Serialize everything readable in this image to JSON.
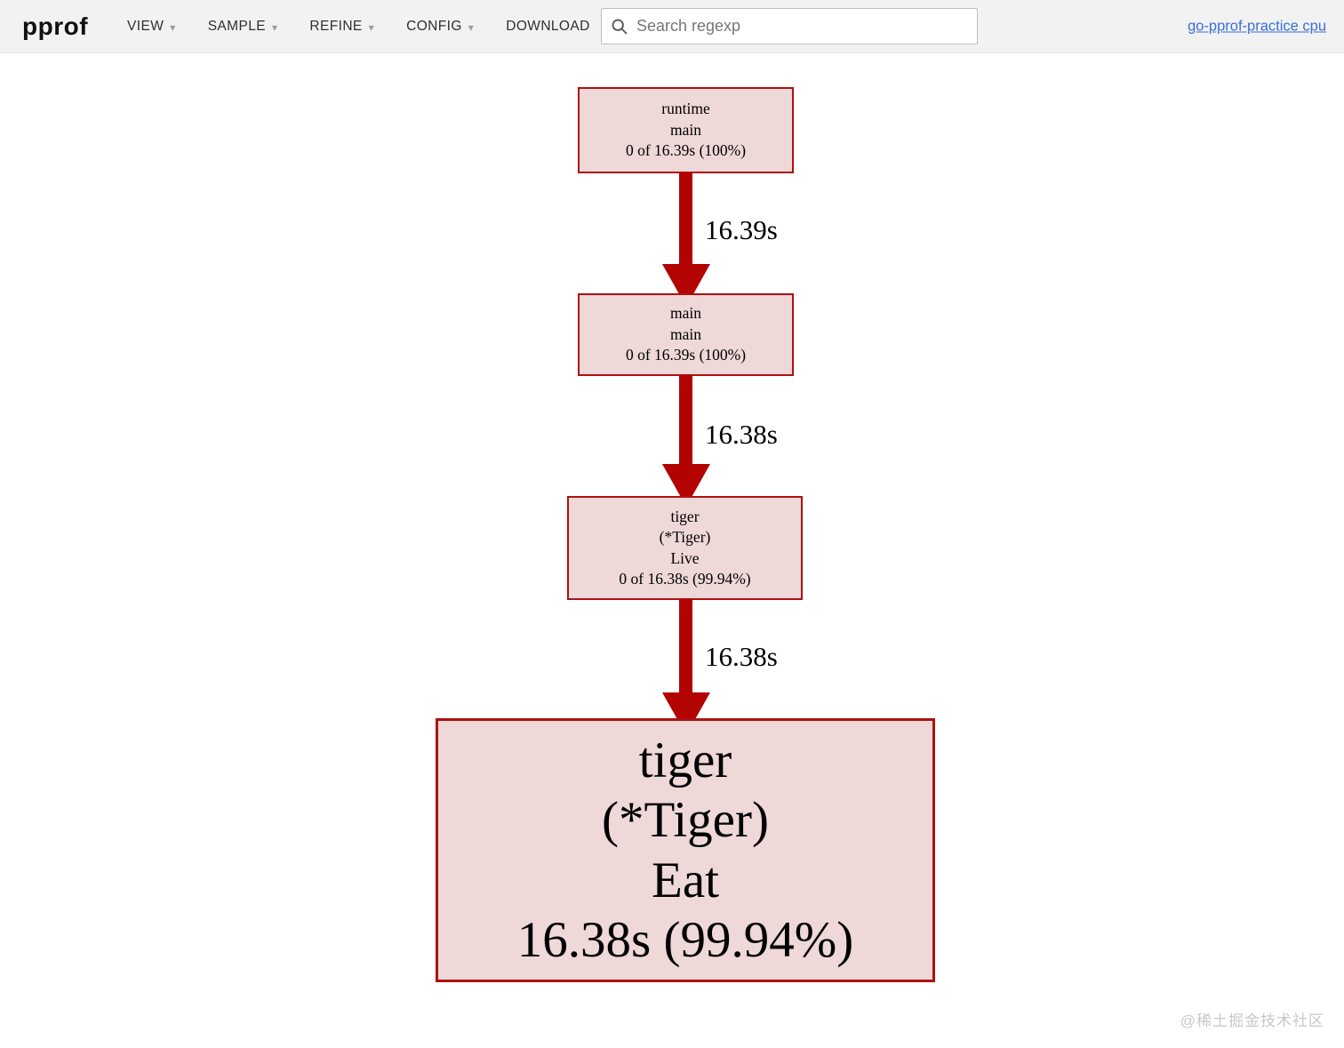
{
  "toolbar": {
    "logo": "pprof",
    "menus": [
      {
        "label": "VIEW",
        "has_dropdown": true
      },
      {
        "label": "SAMPLE",
        "has_dropdown": true
      },
      {
        "label": "REFINE",
        "has_dropdown": true
      },
      {
        "label": "CONFIG",
        "has_dropdown": true
      },
      {
        "label": "DOWNLOAD",
        "has_dropdown": false
      }
    ],
    "search": {
      "placeholder": "Search regexp"
    },
    "profile_link": {
      "label": "go-pprof-practice cpu"
    }
  },
  "icons": {
    "chevron_down": "▾"
  },
  "colors": {
    "header_bg": "#f2f2f2",
    "node_fill": "#eed8d8",
    "node_border": "#ad1111",
    "arrow": "#b20202",
    "link": "#3b6fd8",
    "watermark": "#c8c8c8"
  },
  "graph": {
    "nodes": [
      {
        "lines": [
          "runtime",
          "main",
          "0 of 16.39s (100%)"
        ]
      },
      {
        "lines": [
          "main",
          "main",
          "0 of 16.39s (100%)"
        ]
      },
      {
        "lines": [
          "tiger",
          "(*Tiger)",
          "Live",
          "0 of 16.38s (99.94%)"
        ]
      },
      {
        "lines": [
          "tiger",
          "(*Tiger)",
          "Eat",
          "16.38s (99.94%)"
        ]
      }
    ],
    "edges": [
      {
        "label": "16.39s"
      },
      {
        "label": "16.38s"
      },
      {
        "label": "16.38s"
      }
    ]
  },
  "watermark": "@稀土掘金技术社区"
}
